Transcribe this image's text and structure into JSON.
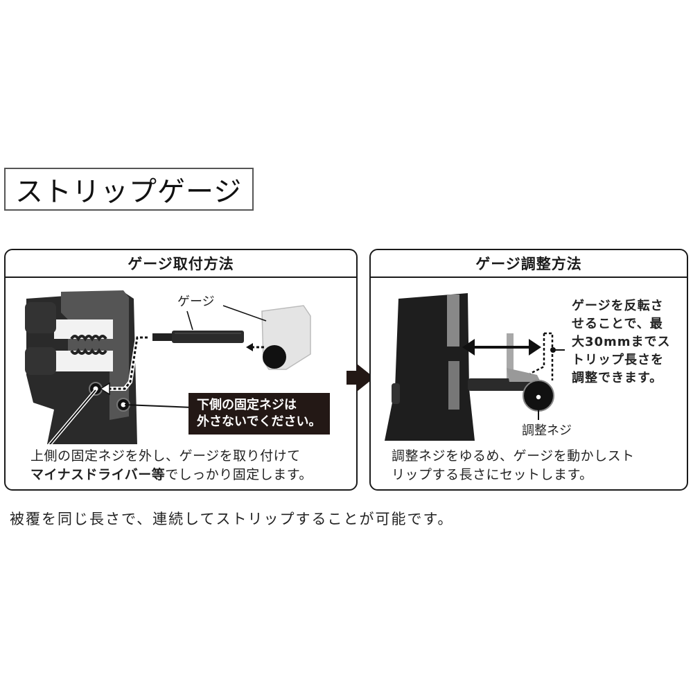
{
  "page": {
    "title": "ストリップゲージ",
    "footer_note": "被覆を同じ長さで、連続してストリップすることが可能です。"
  },
  "panels": [
    {
      "id": "install",
      "heading": "ゲージ取付方法",
      "part_label": "ゲージ",
      "warning_lines": [
        "下側の固定ネジは",
        "外さないでください。"
      ],
      "caption_line1": "上側の固定ネジを外し、ゲージを取り付けて",
      "caption_line2_bold": "マイナスドライバー等",
      "caption_line2_rest": "でしっかり固定します。"
    },
    {
      "id": "adjust",
      "heading": "ゲージ調整方法",
      "callout_lines": [
        "ゲージを反転さ",
        "せることで、最",
        "大30mmまでス",
        "トリップ長さを",
        "調整できます。"
      ],
      "screw_label": "調整ネジ",
      "caption_line1": "調整ネジをゆるめ、ゲージを動かしスト",
      "caption_line2": "リップする長さにセットします。"
    }
  ],
  "colors": {
    "border": "#1a1a1a",
    "warning_bg": "#231815",
    "tool_dark": "#1e1e1e",
    "tool_mid": "#4a4a4a",
    "gauge_clear": "#d9d9d9"
  },
  "icons": [
    "next-step-arrow-icon",
    "double-arrow-icon",
    "dotted-leader-arrow-icon"
  ]
}
